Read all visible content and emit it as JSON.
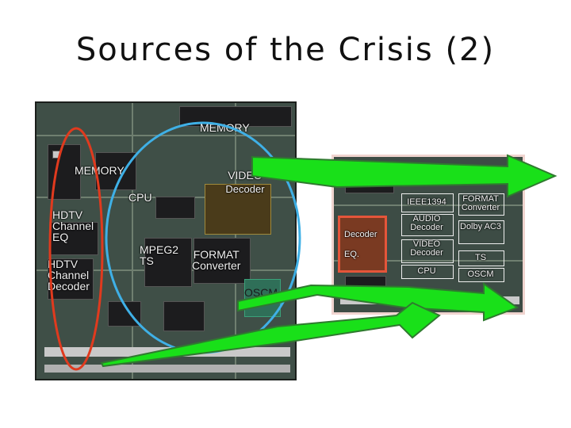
{
  "title": "Sources of the Crisis (2)",
  "board_left": {
    "memory_top": "MEMORY",
    "memory_left": "MEMORY",
    "video_decoder": [
      "VIDEO",
      "Decoder"
    ],
    "cpu": "CPU",
    "hdtv_channel_eq": [
      "HDTV",
      "Channel",
      "EQ"
    ],
    "mpeg2_ts": [
      "MPEG2",
      "TS"
    ],
    "format_converter": [
      "FORMAT",
      "Converter"
    ],
    "hdtv_channel_decoder": [
      "HDTV",
      "Channel",
      "Decoder"
    ],
    "oscm": "OSCM"
  },
  "board_right": {
    "decoder": "Decoder",
    "eq": "EQ.",
    "ieee1394": "IEEE1394",
    "format_converter": "FORMAT Converter",
    "audio_decoder": "AUDIO Decoder",
    "dolby_ac3": "Dolby AC3",
    "video_decoder": "VIDEO Decoder",
    "ts": "TS",
    "cpu": "CPU",
    "oscm": "OSCM"
  },
  "colors": {
    "arrow": "#19e019",
    "arrow_outline": "#2f7a2f",
    "ellipse_red": "#e03a1e",
    "ellipse_blue": "#3fb0e6",
    "highlight_box": "#e5553a"
  }
}
